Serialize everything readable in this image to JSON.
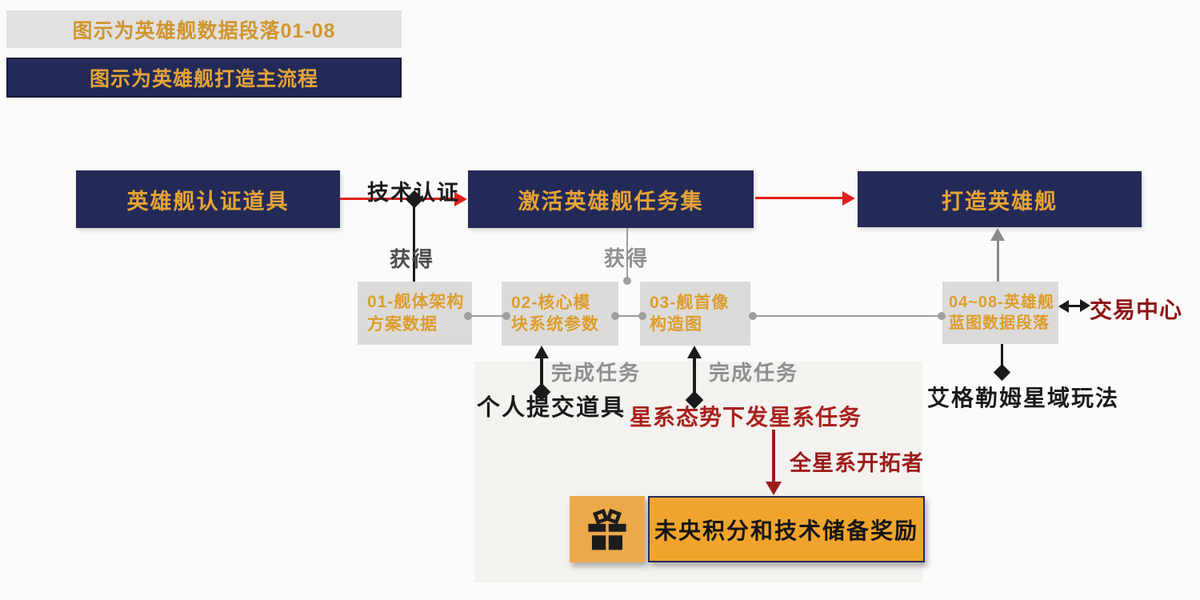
{
  "colors": {
    "navy": "#232a58",
    "gold": "#e6a335",
    "arrow_red": "#e11f1f",
    "dark_red": "#8e1414",
    "bright_red": "#a8221e",
    "orange": "#f1a42d",
    "gray_box": "#dcdbd9",
    "panel_gray": "#f4f2ef"
  },
  "legend": {
    "data_segments": "图示为英雄舰数据段落01-08",
    "main_process": "图示为英雄舰打造主流程"
  },
  "main_flow": {
    "hero_cert_item": "英雄舰认证道具",
    "activate_taskset": "激活英雄舰任务集",
    "build_hero_ship": "打造英雄舰",
    "tech_cert_label": "技术认证"
  },
  "data_segments": {
    "seg01": {
      "line1": "01-舰体架构",
      "line2": "方案数据"
    },
    "seg02": {
      "line1": "02-核心模",
      "line2": "块系统参数"
    },
    "seg03": {
      "line1": "03-舰首像",
      "line2": "构造图"
    },
    "seg04_08": {
      "line1": "04~08-英雄舰",
      "line2": "蓝图数据段落"
    }
  },
  "labels": {
    "obtain_1": "获得",
    "obtain_2": "获得",
    "complete_task_1": "完成任务",
    "complete_task_2": "完成任务",
    "personal_submit": "个人提交道具",
    "galaxy_task": "星系态势下发星系任务",
    "galaxy_pioneer": "全星系开拓者",
    "trade_center": "交易中心",
    "aigelemu_gameplay": "艾格勒姆星域玩法"
  },
  "reward": {
    "label": "未央积分和技术储备奖励",
    "icon": "gift-icon"
  }
}
